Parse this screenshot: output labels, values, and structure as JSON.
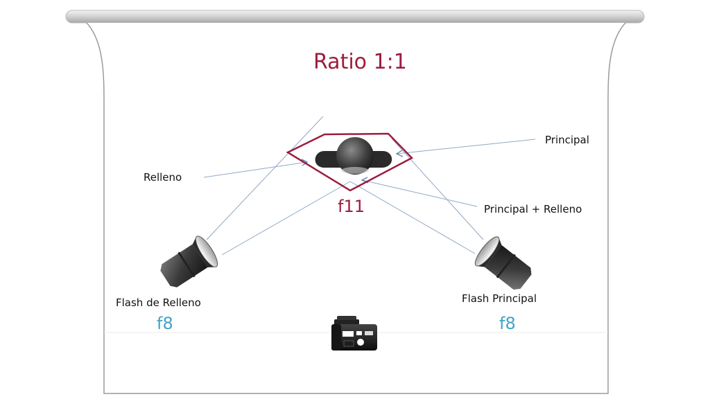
{
  "title": "Ratio 1:1",
  "subject": {
    "aperture": "f11"
  },
  "annotations": {
    "principal": "Principal",
    "relleno": "Relleno",
    "principal_relleno": "Principal + Relleno"
  },
  "fill_flash": {
    "label": "Flash de Relleno",
    "aperture": "f8"
  },
  "key_flash": {
    "label": "Flash Principal",
    "aperture": "f8"
  },
  "colors": {
    "accent": "#9c1d3f",
    "aperture_blue": "#3fa3c7",
    "light_ray": "#8fa8c4"
  },
  "icons": [
    "background-roll-icon",
    "subject-icon",
    "flash-icon",
    "camera-icon"
  ]
}
